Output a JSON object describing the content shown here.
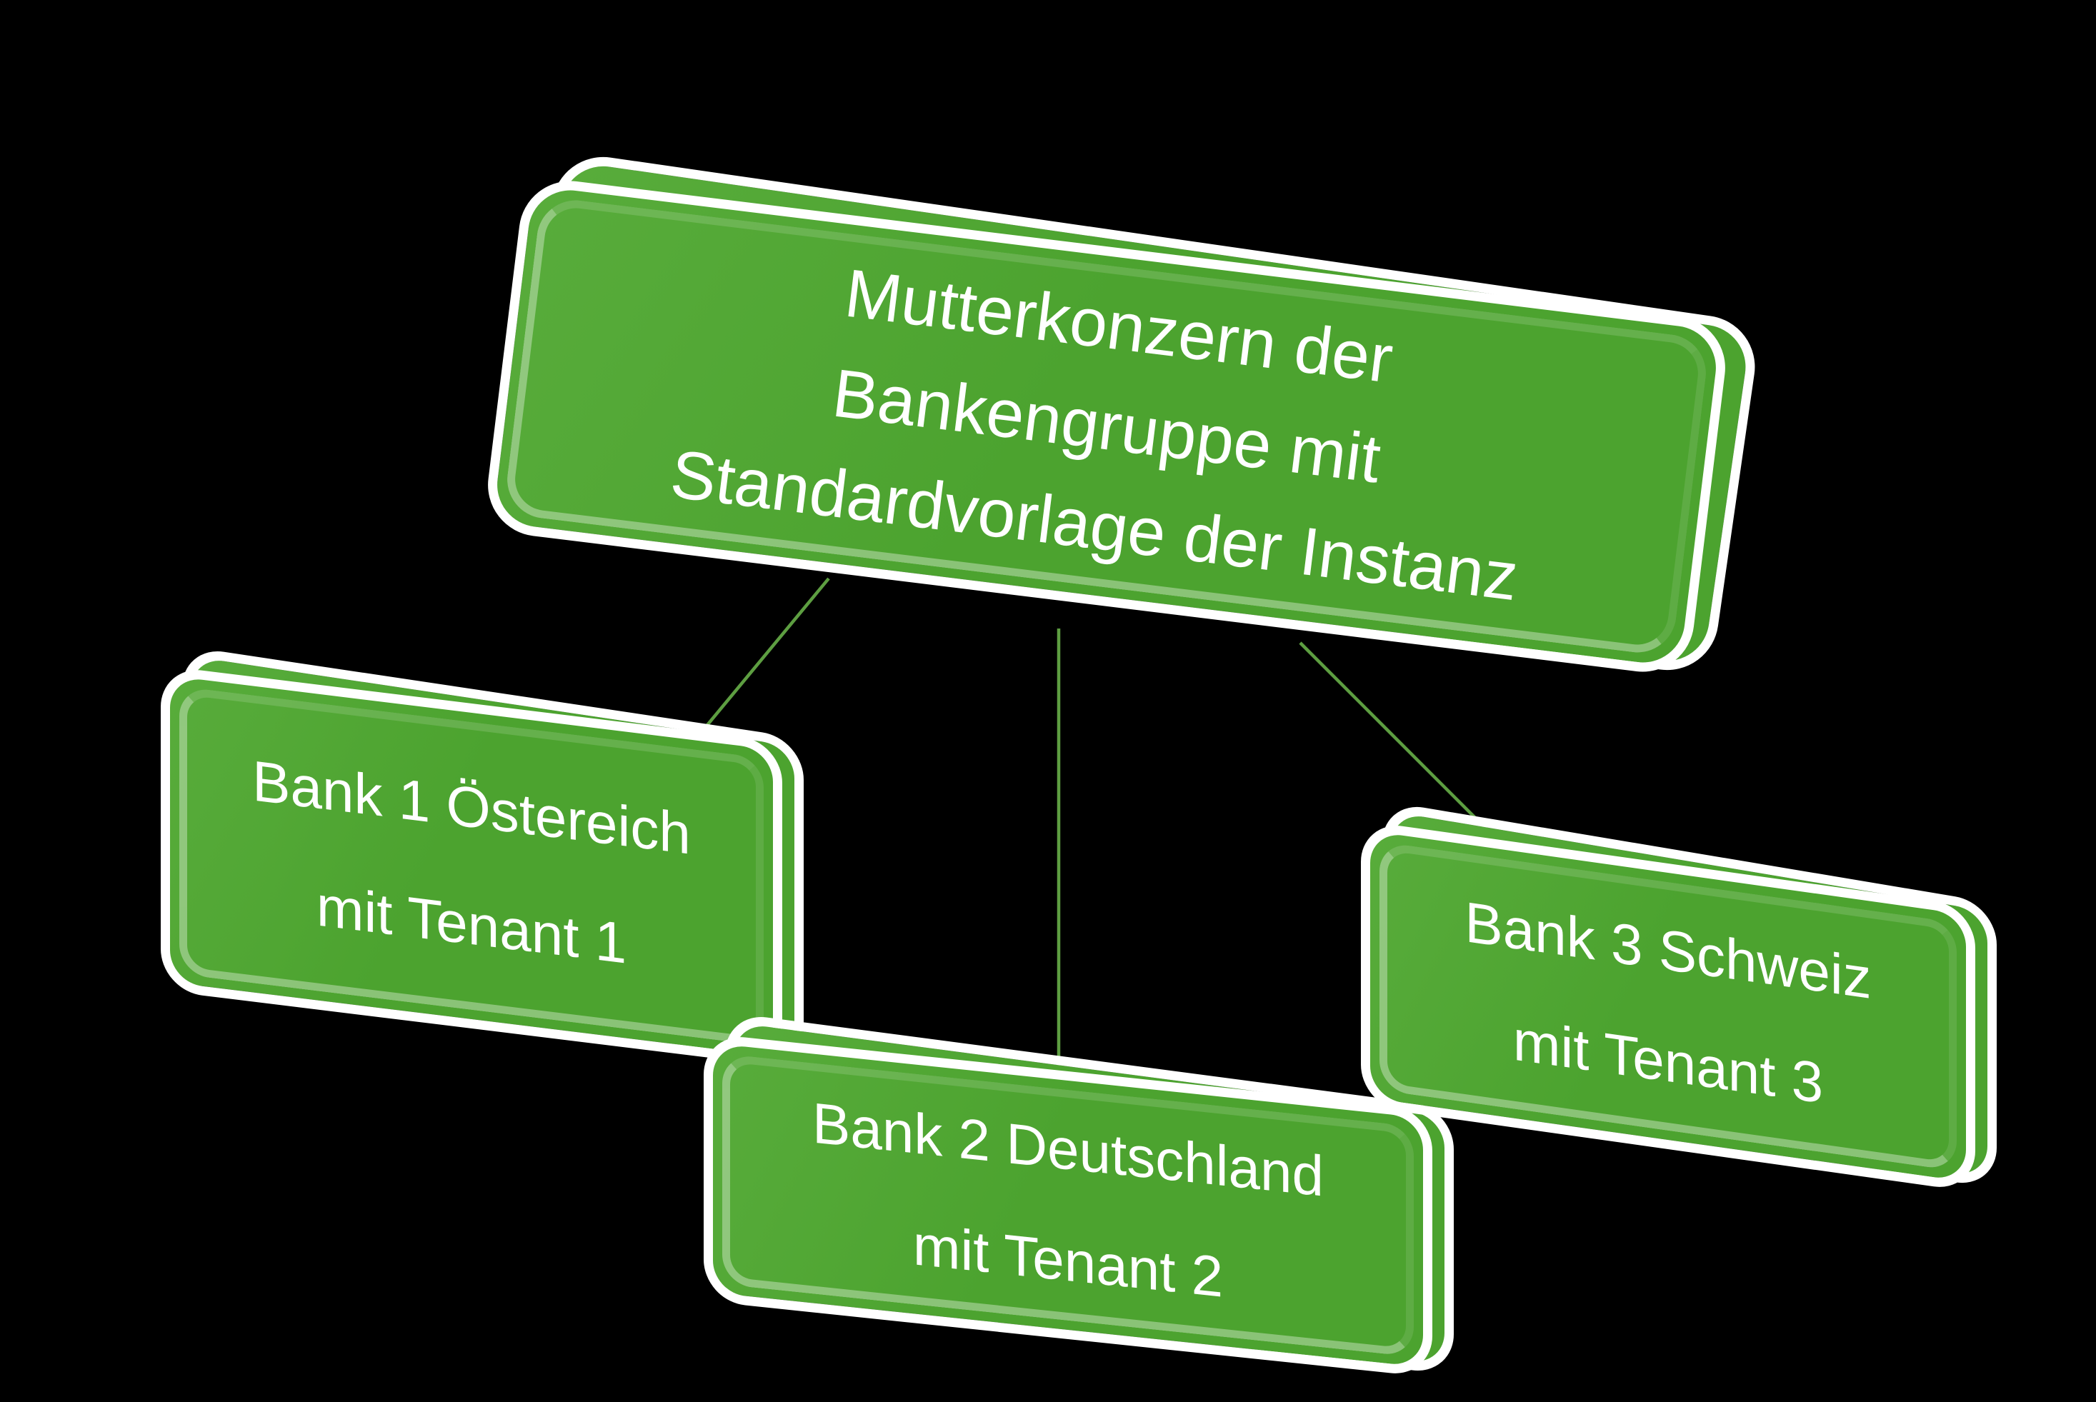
{
  "diagram": {
    "type": "org-chart",
    "background": "#000000",
    "colors": {
      "shape_fill": "#4CA32F",
      "shape_border": "#FFFFFF",
      "bevel_highlight": "#8CC478",
      "connector_line": "#5D9E41",
      "text": "#FFFFFF"
    },
    "nodes": [
      {
        "id": "parent",
        "role": "root",
        "lines": [
          "Mutterkonzern der",
          "Bankengruppe mit",
          "Standardvorlage der Instanz"
        ]
      },
      {
        "id": "bank1",
        "role": "child",
        "lines": [
          "Bank 1 Östereich",
          "mit Tenant 1"
        ]
      },
      {
        "id": "bank2",
        "role": "child",
        "lines": [
          "Bank 2 Deutschland",
          "mit Tenant 2"
        ]
      },
      {
        "id": "bank3",
        "role": "child",
        "lines": [
          "Bank 3 Schweiz",
          "mit Tenant 3"
        ]
      }
    ],
    "connectors": [
      {
        "from": "parent",
        "to": "bank1"
      },
      {
        "from": "parent",
        "to": "bank2"
      },
      {
        "from": "parent",
        "to": "bank3"
      }
    ]
  }
}
